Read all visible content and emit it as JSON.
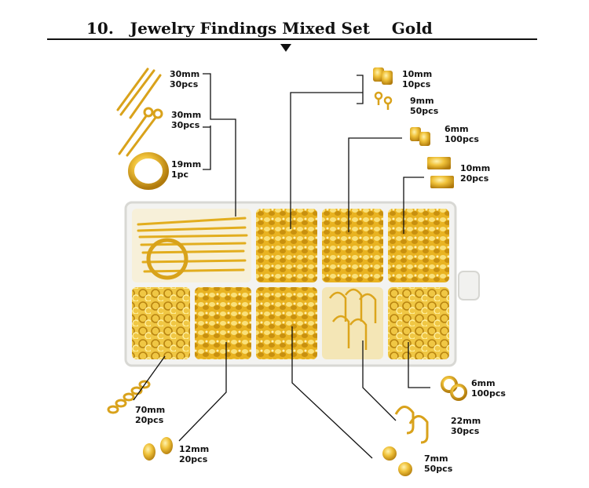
{
  "header": {
    "title": "10.   Jewelry Findings Mixed Set    Gold"
  },
  "colors": {
    "gold": "#e8b41c",
    "gold_dark": "#b88410",
    "gold_light": "#f7da6a",
    "line": "#111111"
  },
  "labels": {
    "pins_headpin": {
      "size": "30mm",
      "qty": "30pcs"
    },
    "pins_eyepin": {
      "size": "30mm",
      "qty": "30pcs"
    },
    "split_ring": {
      "size": "19mm",
      "qty": "1pc"
    },
    "cord_end_10": {
      "size": "10mm",
      "qty": "10pcs"
    },
    "screw_eye": {
      "size": "9mm",
      "qty": "50pcs"
    },
    "fold_crimp": {
      "size": "6mm",
      "qty": "100pcs"
    },
    "ribbon_end": {
      "size": "10mm",
      "qty": "20pcs"
    },
    "jump_ring": {
      "size": "6mm",
      "qty": "100pcs"
    },
    "ear_hook": {
      "size": "22mm",
      "qty": "30pcs"
    },
    "bead_cap": {
      "size": "7mm",
      "qty": "50pcs"
    },
    "lobster_clasp": {
      "size": "12mm",
      "qty": "20pcs"
    },
    "extender_chain": {
      "size": "70mm",
      "qty": "20pcs"
    }
  }
}
